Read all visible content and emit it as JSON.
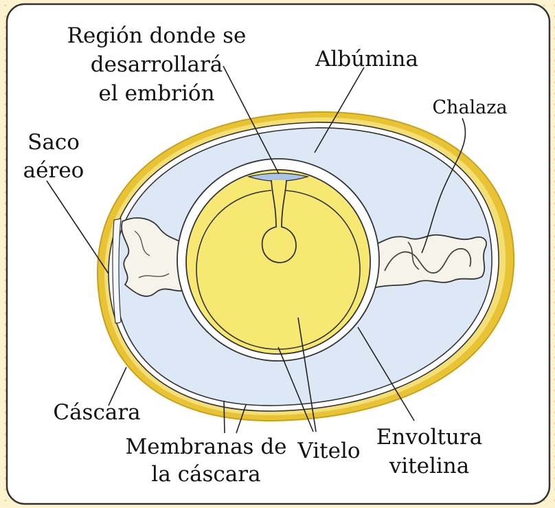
{
  "diagram": {
    "labels": {
      "embryo_region": [
        "Región donde se",
        "desarrollará",
        "el embrión"
      ],
      "albumin": "Albúmina",
      "chalaza": "Chalaza",
      "air_sac": [
        "Saco",
        "aéreo"
      ],
      "shell": "Cáscara",
      "shell_membranes": [
        "Membranas de",
        "la cáscara"
      ],
      "yolk": "Vitelo",
      "vitelline_membrane": [
        "Envoltura",
        "vitelina"
      ]
    },
    "colors": {
      "shell": "#e8c334",
      "shell_light": "#f3dc74",
      "membrane": "#ffffff",
      "albumin": "#dde8f6",
      "yolk": "#f7e873",
      "yolk_dark": "#e6cf2a",
      "embryo_region": "#a9c6ea",
      "frame_bg": "#ffffff",
      "frame_border": "#333333"
    }
  }
}
